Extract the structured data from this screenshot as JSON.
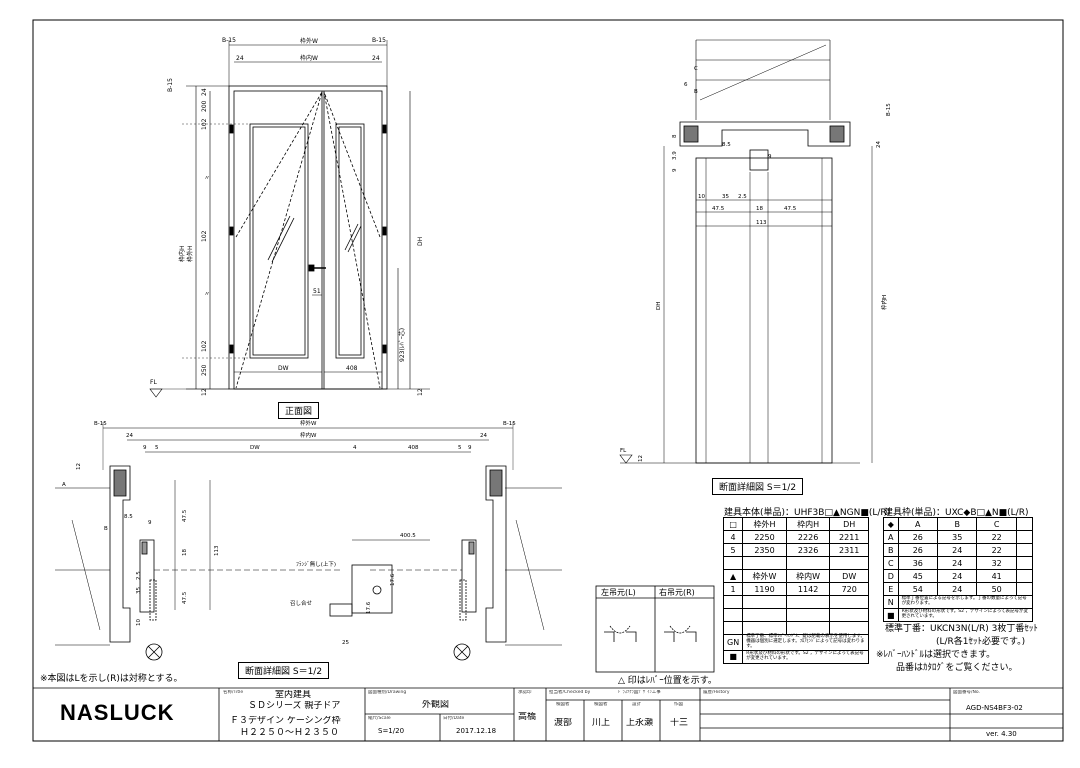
{
  "views": {
    "front_title": "正面図",
    "section_title_1": "断面詳細図 S＝1/2",
    "section_title_2": "断面詳細図 S＝1/2",
    "note_left": "※本図はLを示し(R)は対称とする。",
    "note_hinge": "△ 印はﾚﾊﾞｰ位置を示す。"
  },
  "front": {
    "b15_left": "B-15",
    "b15_right": "B-15",
    "frame_outer_w": "枠外W",
    "frame_inner_w": "枠内W",
    "dim_24a": "24",
    "dim_24b": "24",
    "side_b15": "B-15",
    "side_24": "24",
    "side_200": "200",
    "side_102a": "102",
    "side_x1": "〃",
    "side_102b": "102",
    "side_x2": "〃",
    "side_102c": "102",
    "side_250": "250",
    "side_12": "12",
    "frame_outer_h": "枠外H",
    "frame_inner_h": "枠内H",
    "dh": "DH",
    "lever_h": "923(ﾚﾊﾞｰ芯)",
    "dw": "DW",
    "d408": "408",
    "d51": "51",
    "fl": "FL",
    "right_12": "12"
  },
  "plan": {
    "b15_l": "B-15",
    "b15_r": "B-15",
    "outer_w": "枠外W",
    "inner_w": "枠内W",
    "d24l": "24",
    "d24r": "24",
    "d9a": "9",
    "d5a": "5",
    "dw": "DW",
    "d4": "4",
    "d408": "408",
    "d5b": "5",
    "d9b": "9",
    "d12": "12",
    "dA": "A",
    "dB": "B",
    "d85": "8.5",
    "d9": "9",
    "d475a": "47.5",
    "d18": "18",
    "d113": "113",
    "d25": "2.5",
    "d35": "35",
    "d475b": "47.5",
    "d10": "10",
    "d4005": "400.5",
    "flange": "ﾌﾗﾝｼﾞ無し(上下)",
    "meet": "召し合せ",
    "d176a": "17.6",
    "d176b": "17.6",
    "d25b": "25"
  },
  "section": {
    "dC": "C",
    "dB": "B",
    "d6": "6",
    "d85": "8.5",
    "d9": "9",
    "d8": "8",
    "d39": "3.9",
    "d9b": "9",
    "b15": "B-15",
    "d24": "24",
    "d10": "10",
    "d35": "35",
    "d25": "2.5",
    "d475a": "47.5",
    "d18": "18",
    "d475b": "47.5",
    "d113": "113",
    "dh": "DH",
    "inner_h": "枠内H",
    "d12": "12",
    "fl": "FL"
  },
  "hinge": {
    "left_label": "左吊元(L)",
    "right_label": "右吊元(R)"
  },
  "body_table": {
    "title": "建具本体(単品)：UHF3B□▲NGN■(L/R)",
    "header1": [
      "□",
      "枠外H",
      "枠内H",
      "DH"
    ],
    "rows1": [
      [
        "4",
        "2250",
        "2226",
        "2211"
      ],
      [
        "5",
        "2350",
        "2326",
        "2311"
      ]
    ],
    "header2": [
      "▲",
      "枠外W",
      "枠内W",
      "DW"
    ],
    "rows2": [
      [
        "1",
        "1190",
        "1142",
        "720"
      ]
    ],
    "gn": "GN",
    "gn_note": "標準丁番、標準ﾚﾊﾞｰﾊﾝﾄﾞﾙ、錠は記載の表示を使用します。機器は個別に選定します。ﾌﾛｱﾋﾝｼﾞによって記号は変わります。",
    "sq": "■",
    "sq_note": "R形状及び材料の形状です。S2 ，デザインによって表記号が変更されています。"
  },
  "frame_table": {
    "title": "建具枠(単品)：UXC◆B□▲N■(L/R)",
    "header": [
      "◆",
      "A",
      "B",
      "C"
    ],
    "rows": [
      [
        "A",
        "26",
        "35",
        "22"
      ],
      [
        "B",
        "26",
        "24",
        "22"
      ],
      [
        "C",
        "36",
        "24",
        "32"
      ],
      [
        "D",
        "45",
        "24",
        "41"
      ],
      [
        "E",
        "54",
        "24",
        "50"
      ]
    ],
    "n": "N",
    "n_note": "標準丁番位置による記号を示します。丁番の数量によって記号が変わります。",
    "sq": "■",
    "sq_note": "R形状及び材料の形状です。S2 ，デザインによって表記号が変更されています。"
  },
  "notes": {
    "std_hinge": "標準丁番：UKCN3N(L/R) 3枚丁番ｾｯﾄ",
    "std_hinge2": "(L/R各1ｾｯﾄ必要です。)",
    "lever": "※ﾚﾊﾞｰﾊﾝﾄﾞﾙは選択できます。",
    "catalog": "品番はｶﾀﾛｸﾞをご覧ください。"
  },
  "titleblock": {
    "logo": "NASLUCK",
    "name_lbl": "名称/Title",
    "name_val": "室内建具",
    "series": "ＳＤシリーズ 親子ドア",
    "design": "Ｆ３デザイン ケーシング枠",
    "height": "Ｈ２２５０～Ｈ２３５０",
    "drawing_lbl": "図面種別/Drawing",
    "drawing_val": "外観図",
    "scale_lbl": "縮尺/Scale",
    "scale_val": "S=1/20",
    "date_lbl": "日付/Date",
    "date_val": "2017.12.18",
    "approve_lbl": "承認印",
    "approve_val": "高橋",
    "check_lbl": "担当者/Checked by",
    "check_note": "ﾄﾞﾗｽﾂｸﾗ図ﾃﾞｻﾞｲﾝ工事",
    "sub_lbl1": "検図者",
    "sub_lbl2": "検図者",
    "sub_lbl3": "設計",
    "sub_lbl4": "作図",
    "p1": "渡部",
    "p2": "川上",
    "p3": "上永瀬",
    "p4": "十三",
    "history_lbl": "履歴/History",
    "dwgno_lbl": "図面番号/No.",
    "dwgno": "AGD-NS4BF3-02",
    "ver": "ver. 4.30"
  }
}
